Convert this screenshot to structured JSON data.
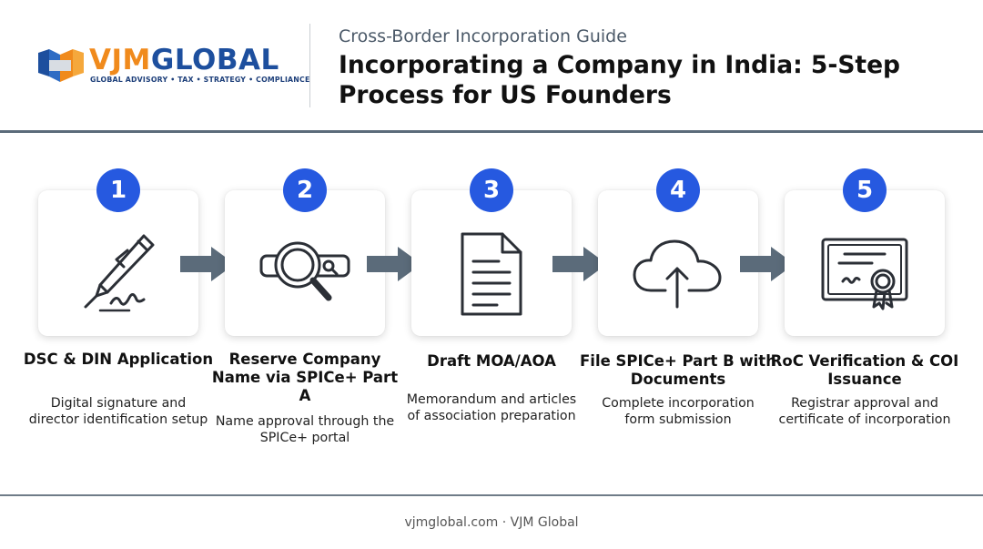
{
  "header": {
    "brand": {
      "part1": "VJM",
      "part2": "GLOBAL",
      "tagline": "GLOBAL ADVISORY • TAX • STRATEGY • COMPLIANCE"
    },
    "kicker": "Cross-Border Incorporation Guide",
    "title": "Incorporating a Company in India: 5-Step Process for US Founders"
  },
  "steps": [
    {
      "number": "1",
      "icon": "pen-signature-icon",
      "title": "DSC & DIN Application",
      "description": "Digital signature and director identification setup"
    },
    {
      "number": "2",
      "icon": "magnifier-search-icon",
      "title": "Reserve Company Name via SPICe+ Part A",
      "description": "Name approval through the SPICe+ portal"
    },
    {
      "number": "3",
      "icon": "document-icon",
      "title": "Draft MOA/AOA",
      "description": "Memorandum and articles of association preparation"
    },
    {
      "number": "4",
      "icon": "cloud-upload-icon",
      "title": "File SPICe+ Part B with Documents",
      "description": "Complete incorporation form submission"
    },
    {
      "number": "5",
      "icon": "certificate-icon",
      "title": "RoC Verification & COI Issuance",
      "description": "Registrar approval and certificate of incorporation"
    }
  ],
  "colors": {
    "accent": "#2659e0",
    "brand_orange": "#f08a1c",
    "brand_blue": "#1d4f9e",
    "arrow": "#5b6b7a"
  },
  "footer": "vjmglobal.com · VJM Global"
}
